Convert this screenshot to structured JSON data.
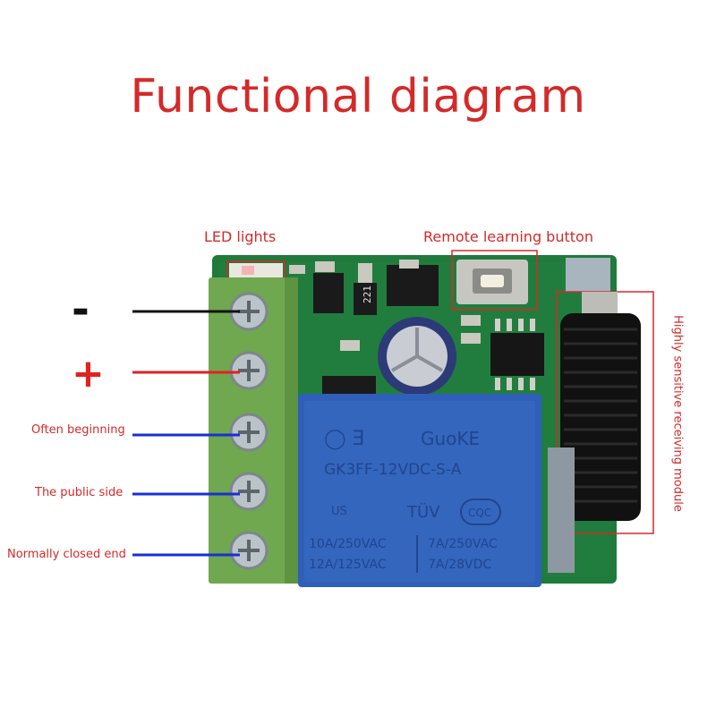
{
  "title": "Functional diagram",
  "labels": {
    "led": "LED lights",
    "learn_button": "Remote learning button",
    "module": "Highly sensitive receiving module",
    "minus": "-",
    "plus": "+",
    "often_beginning": "Often beginning",
    "public_side": "The public side",
    "normally_closed": "Normally closed end"
  },
  "relay": {
    "brand": "GuoKE",
    "model": "GK3FF-12VDC-S-A",
    "rating_left_1": "10A/250VAC",
    "rating_left_2": "12A/125VAC",
    "rating_right_1": "7A/250VAC",
    "rating_right_2": "7A/28VDC",
    "tuv": "TÜV",
    "cqc": "CQC",
    "us": "US"
  },
  "pcb": {
    "resistor_mark": "221"
  },
  "colors": {
    "accent_red": "#d42a2a",
    "wire_black": "#111111",
    "wire_red": "#e02222",
    "wire_blue": "#1a2fd1",
    "pcb_green": "#1f7a3c",
    "terminal_green": "#6fa84e",
    "relay_blue": "#2f5fb8"
  }
}
